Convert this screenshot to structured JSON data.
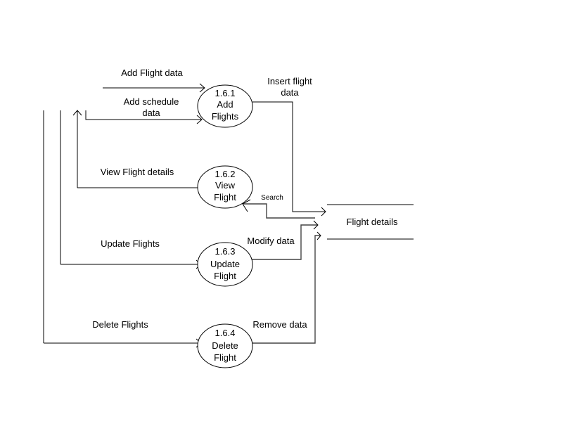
{
  "diagram": {
    "type": "data-flow-diagram",
    "processes": [
      {
        "id": "1.6.1",
        "name_line1": "Add",
        "name_line2": "Flights"
      },
      {
        "id": "1.6.2",
        "name_line1": "View",
        "name_line2": "Flight"
      },
      {
        "id": "1.6.3",
        "name_line1": "Update",
        "name_line2": "Flight"
      },
      {
        "id": "1.6.4",
        "name_line1": "Delete",
        "name_line2": "Flight"
      }
    ],
    "datastore": {
      "label": "Flight details"
    },
    "flows": {
      "add_flight_data": "Add Flight data",
      "add_schedule_data_1": "Add schedule",
      "add_schedule_data_2": "data",
      "view_flight_details": "View Flight details",
      "update_flights": "Update Flights",
      "delete_flights": "Delete Flights",
      "insert_flight_data_1": "Insert flight",
      "insert_flight_data_2": "data",
      "search": "Search",
      "modify_data": "Modify data",
      "remove_data": "Remove data"
    }
  }
}
